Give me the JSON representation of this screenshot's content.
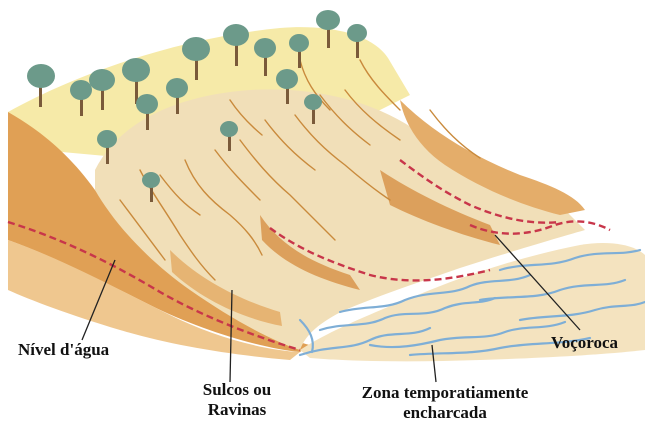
{
  "labels": {
    "water_level": "Nível d'água",
    "furrows_line1": "Sulcos ou",
    "furrows_line2": "Ravinas",
    "soaked_line1": "Zona temporatiamente",
    "soaked_line2": "encharcada",
    "gully": "Voçoroca"
  },
  "colors": {
    "plateau": "#f5e8a6",
    "slope": "#f1dfb6",
    "cliff": "#e2a35a",
    "gully_wall": "#dca05c",
    "water": "#7eaed6",
    "water_level_line": "#c8364a",
    "tree_canopy": "#6c9a8a",
    "tree_trunk": "#7a5a3a",
    "leader_line": "#222222"
  }
}
